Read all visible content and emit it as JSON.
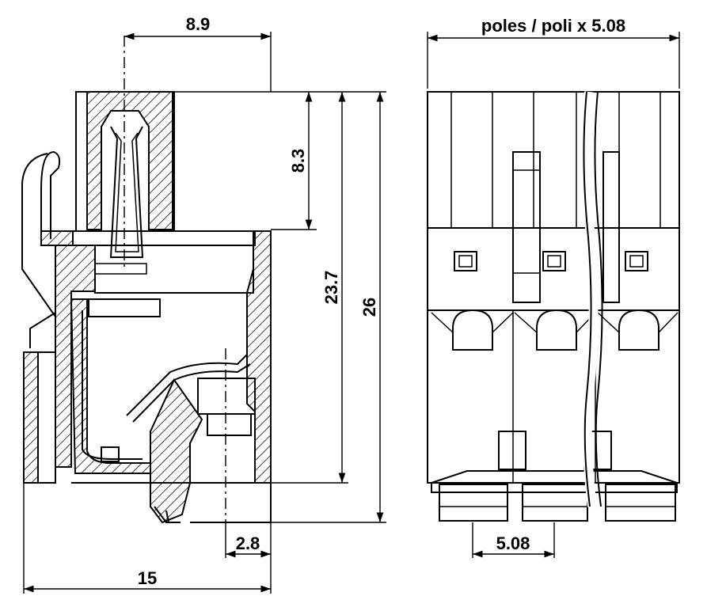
{
  "drawing": {
    "dimensions": {
      "top_width": "8.9",
      "socket_depth": "8.3",
      "height_inner": "23.7",
      "height_total": "26",
      "pin_offset": "2.8",
      "total_depth": "15",
      "pitch_formula": "poles / poli x 5.08",
      "pitch": "5.08"
    },
    "colors": {
      "line": "#000000",
      "background": "#ffffff"
    }
  }
}
